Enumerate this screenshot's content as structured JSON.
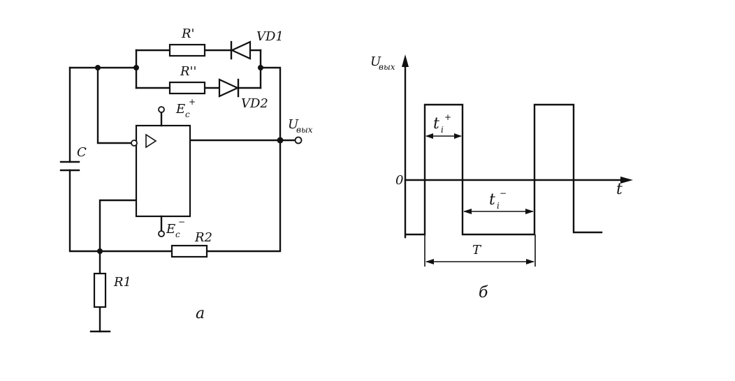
{
  "circuit": {
    "label_r_prime": "R'",
    "label_r_dprime": "R''",
    "label_vd1": "VD1",
    "label_vd2": "VD2",
    "label_c": "C",
    "label_ec_plus": "E",
    "label_ec_plus_sub": "c",
    "label_ec_plus_sup": "+",
    "label_ec_minus": "E",
    "label_ec_minus_sub": "c",
    "label_ec_minus_sup": "−",
    "label_r1": "R1",
    "label_r2": "R2",
    "label_uout": "U",
    "label_uout_sub": "вых",
    "caption": "a"
  },
  "waveform": {
    "axis_y_label": "U",
    "axis_y_label_sub": "вых",
    "axis_x_label": "t",
    "zero_label": "0",
    "ti_plus": "t",
    "ti_plus_sub": "i",
    "ti_plus_sup": "+",
    "ti_minus": "t",
    "ti_minus_sub": "i",
    "ti_minus_sup": "−",
    "period_label": "T",
    "caption": "б"
  }
}
